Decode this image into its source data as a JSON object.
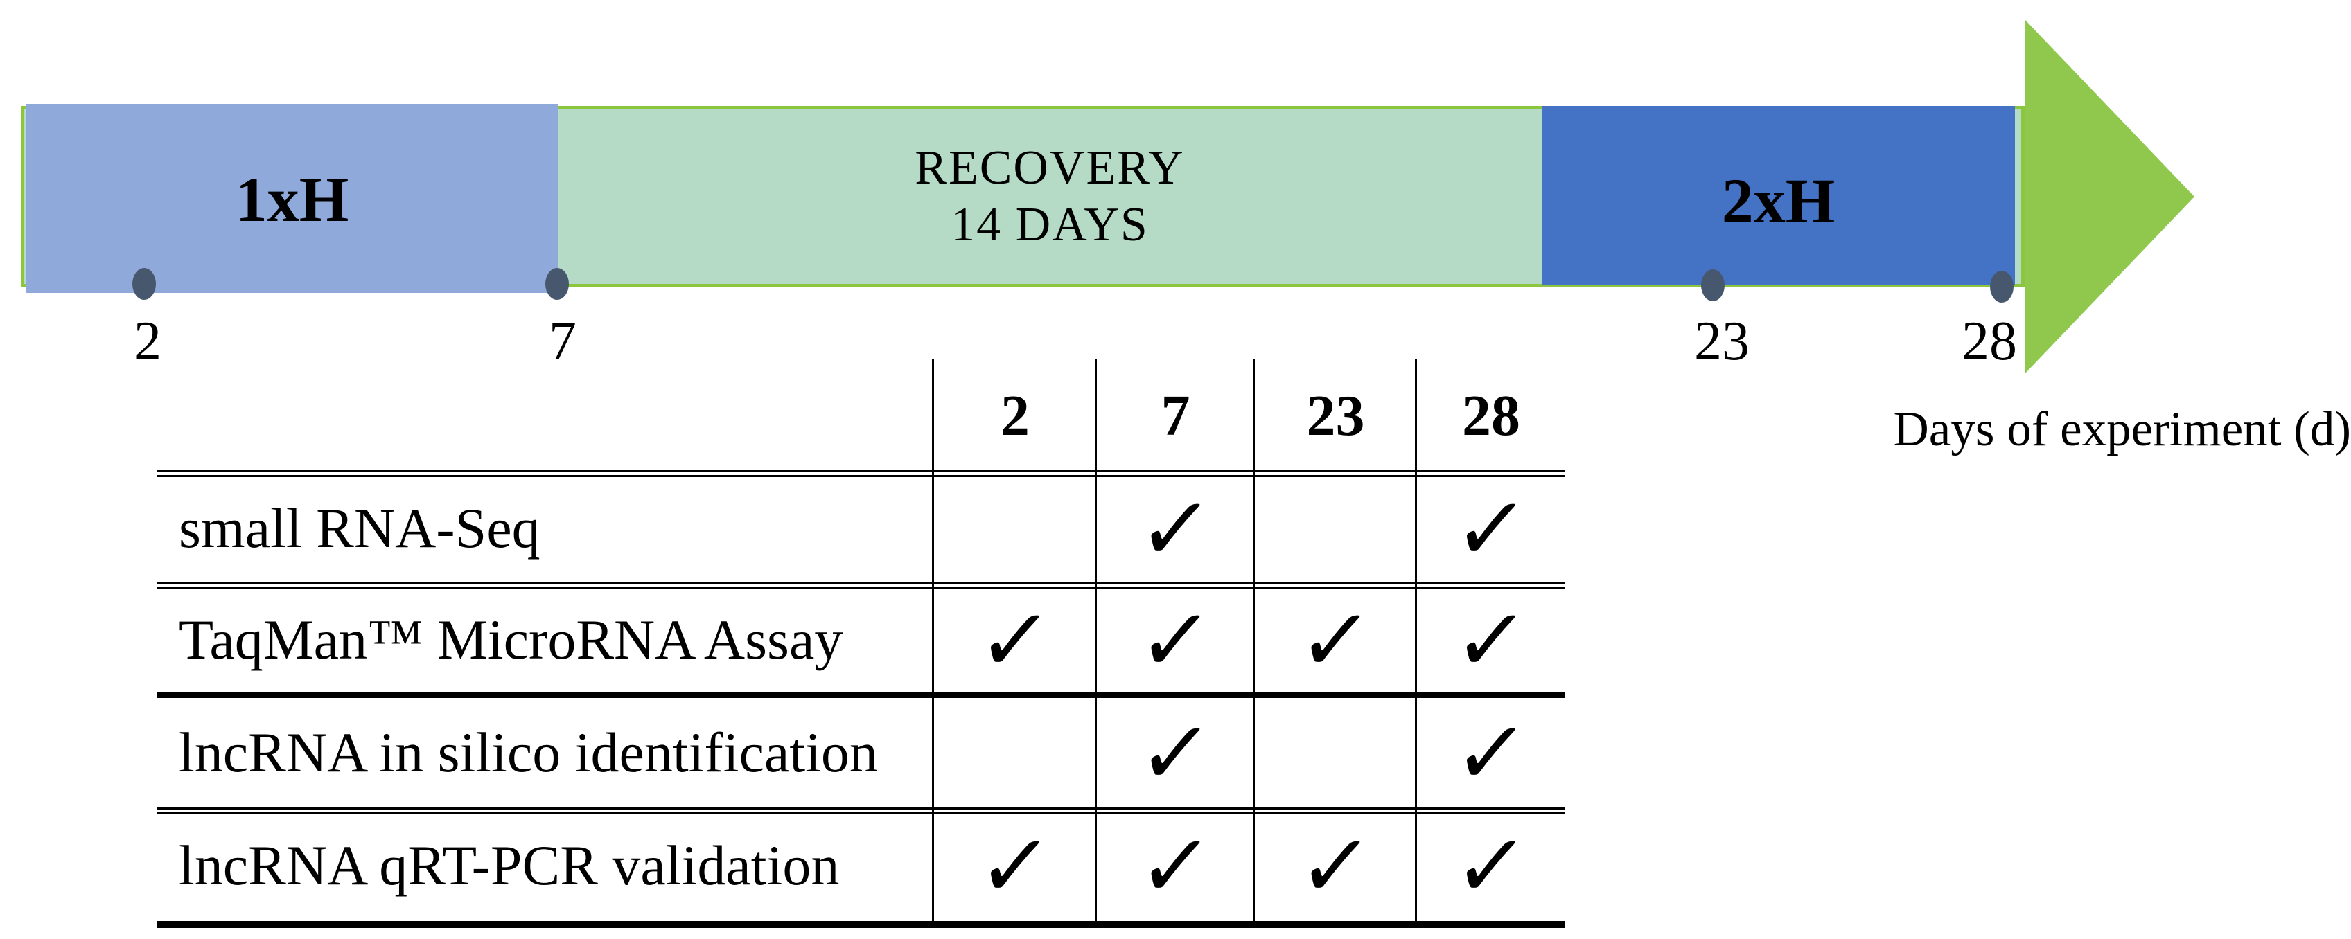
{
  "figure": {
    "timeline": {
      "phase1_label": "1xH",
      "recovery_label_line1": "RECOVERY",
      "recovery_label_line2": "14 DAYS",
      "phase2_label": "2xH",
      "axis_label": "Days of experiment (d)",
      "day_markers": [
        "2",
        "7",
        "23",
        "28"
      ],
      "colors": {
        "phase1_fill": "#8fa9db",
        "phase2_fill": "#4472c4",
        "recovery_fill": "#b5dbc6",
        "green_accent_border": "#8cc63f",
        "arrow_fill": "#90c84e",
        "marker_fill": "#47586e",
        "text": "#000000"
      }
    },
    "assay_table": {
      "column_headers": [
        "2",
        "7",
        "23",
        "28"
      ],
      "rows": [
        {
          "label": "small RNA-Seq",
          "cells": [
            "",
            "✓",
            "",
            "✓"
          ]
        },
        {
          "label": "TaqMan™ MicroRNA Assay",
          "cells": [
            "✓",
            "✓",
            "✓",
            "✓"
          ]
        },
        {
          "label": "lncRNA in silico identification",
          "cells": [
            "",
            "✓",
            "",
            "✓"
          ]
        },
        {
          "label": "lncRNA qRT-PCR validation",
          "cells": [
            "✓",
            "✓",
            "✓",
            "✓"
          ]
        }
      ]
    }
  }
}
